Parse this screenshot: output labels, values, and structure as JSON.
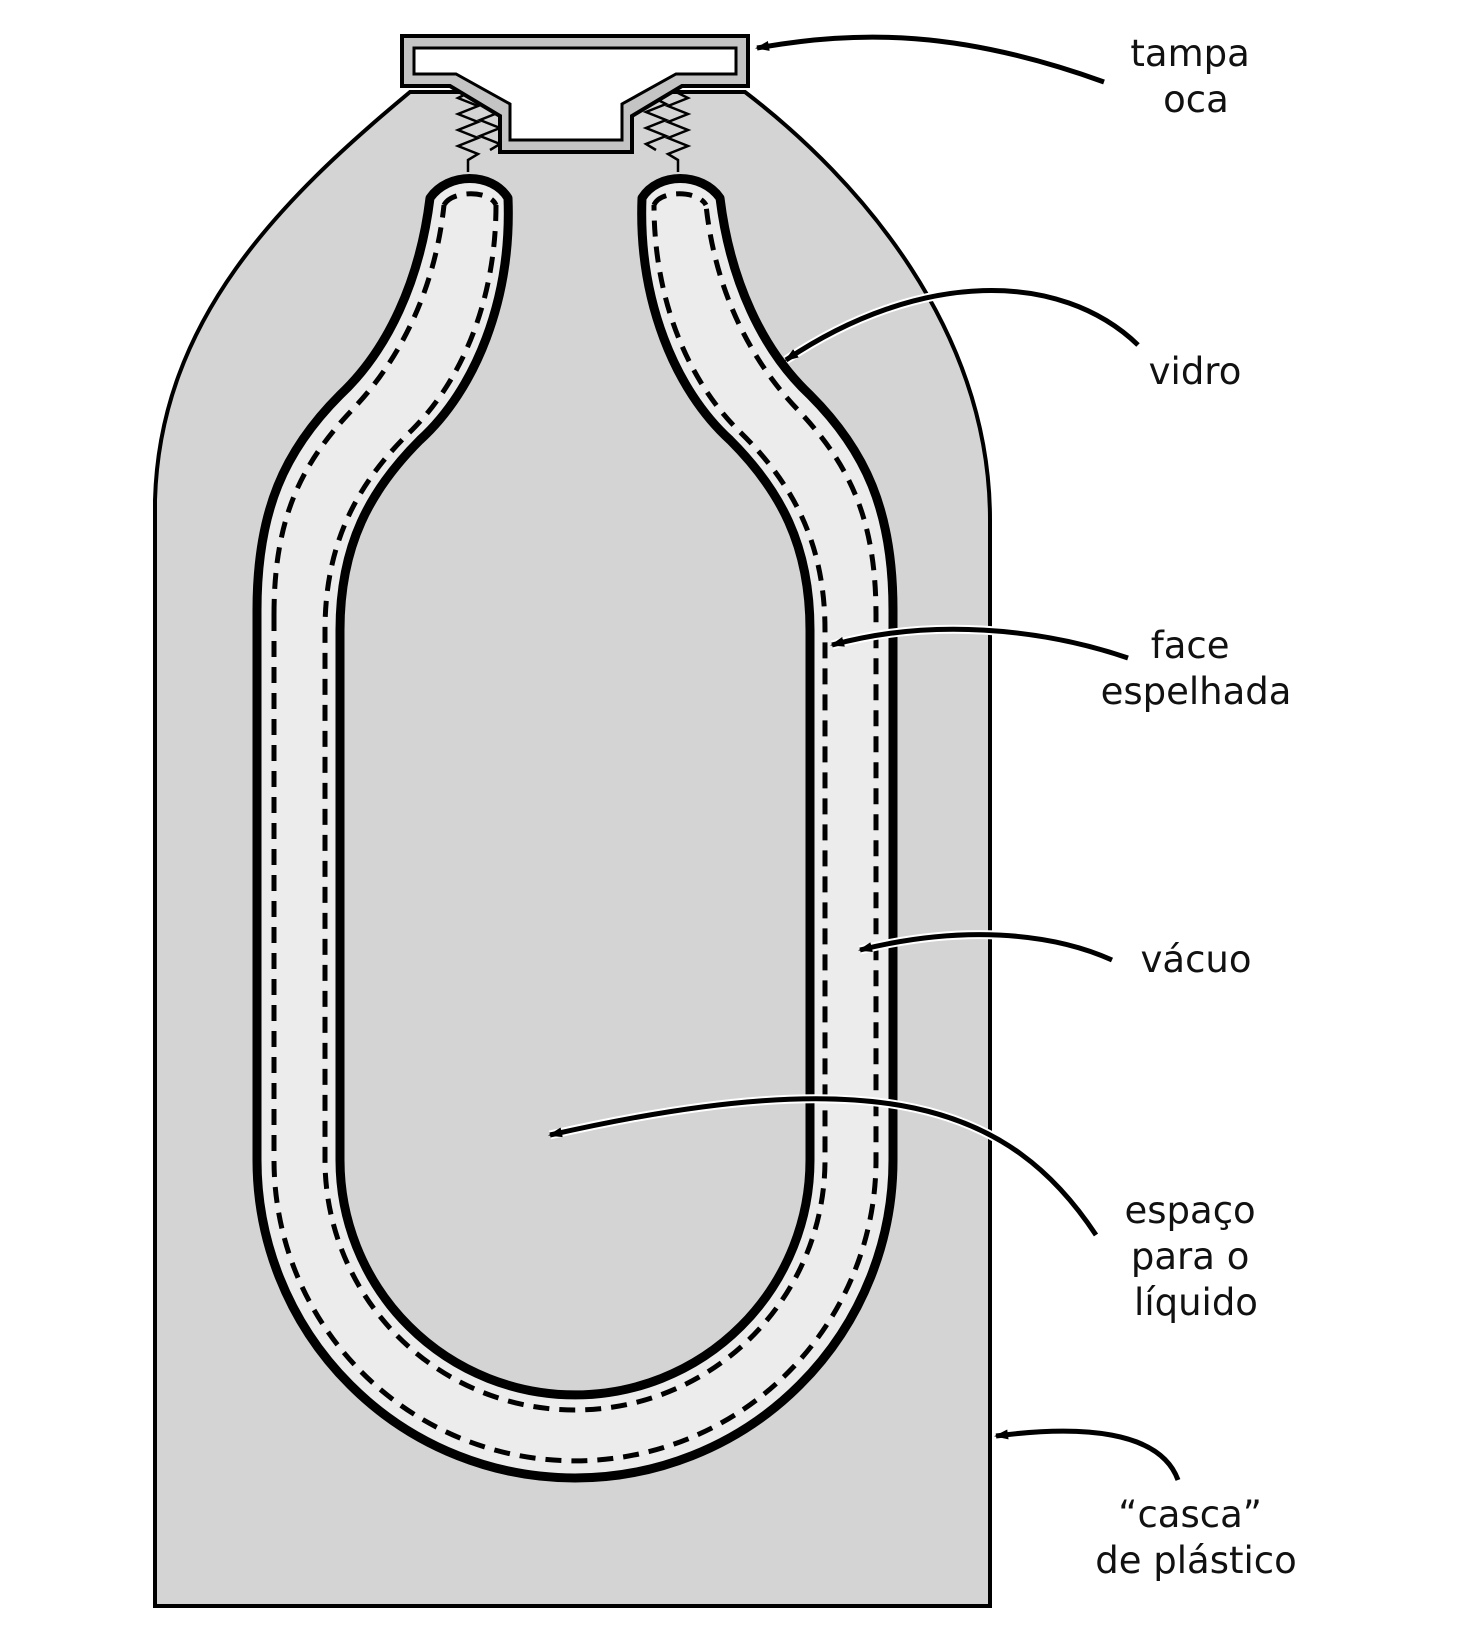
{
  "labels": {
    "cap": [
      "tampa",
      "oca"
    ],
    "glass": [
      "vidro"
    ],
    "mirror": [
      "face",
      "espelhada"
    ],
    "vacuum": [
      "vácuo"
    ],
    "liquid": [
      "espaço",
      "para o",
      "líquido"
    ],
    "shell": [
      "“casca”",
      "de plástico"
    ]
  },
  "colors": {
    "shell_fill": "#d4d4d4",
    "vacuum_fill": "#ececec",
    "cap_fill": "#c4c4c4",
    "line": "#000000",
    "background": "#ffffff"
  }
}
